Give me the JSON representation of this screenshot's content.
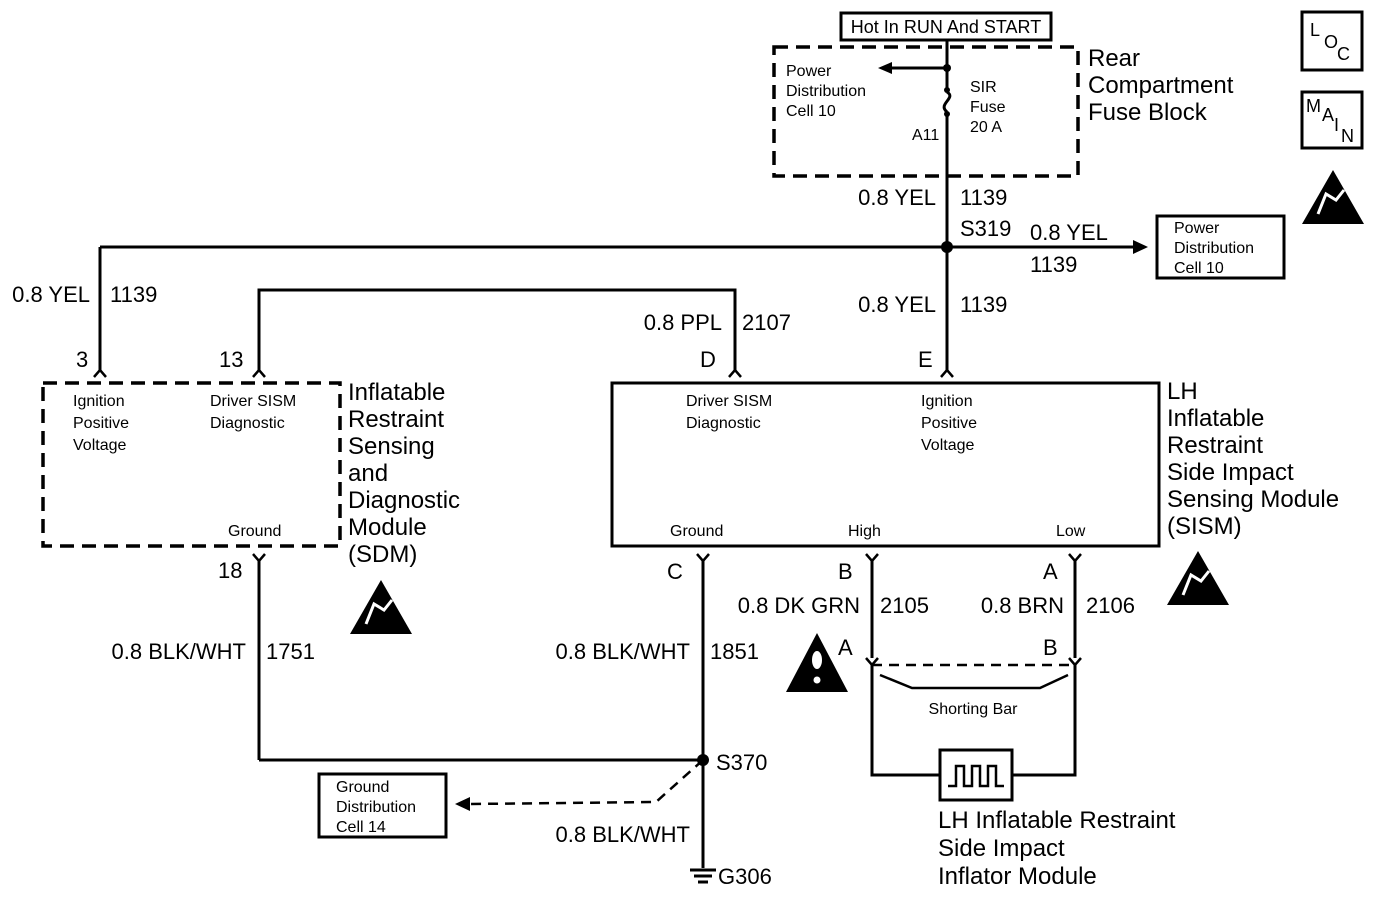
{
  "fuse_block": {
    "hot_label": "Hot In RUN And START",
    "name_lines": [
      "Rear",
      "Compartment",
      "Fuse Block"
    ],
    "pd_lines": [
      "Power",
      "Distribution",
      "Cell 10"
    ],
    "fuse_lines": [
      "SIR",
      "Fuse",
      "20 A"
    ],
    "terminal": "A11"
  },
  "icons": {
    "loc": [
      "L",
      "O",
      "C"
    ],
    "main": [
      "M",
      "A",
      "I",
      "N"
    ]
  },
  "wires": {
    "fuse_out": {
      "gauge_color": "0.8 YEL",
      "circuit": "1139"
    },
    "splice_s319": "S319",
    "to_pd": {
      "gauge_color": "0.8 YEL",
      "circuit": "1139"
    },
    "pd_box_lines": [
      "Power",
      "Distribution",
      "Cell 10"
    ],
    "left_feed": {
      "gauge_color": "0.8 YEL",
      "circuit": "1139"
    },
    "sism_feed": {
      "gauge_color": "0.8 YEL",
      "circuit": "1139"
    },
    "diag": {
      "gauge_color": "0.8 PPL",
      "circuit": "2107"
    },
    "sdm_ground": {
      "gauge_color": "0.8 BLK/WHT",
      "circuit": "1751"
    },
    "sism_ground": {
      "gauge_color": "0.8 BLK/WHT",
      "circuit": "1851"
    },
    "high": {
      "gauge_color": "0.8 DK GRN",
      "circuit": "2105"
    },
    "low": {
      "gauge_color": "0.8 BRN",
      "circuit": "2106"
    },
    "splice_s370": "S370",
    "ground_wire": "0.8 BLK/WHT",
    "ground_point": "G306",
    "gd_box_lines": [
      "Ground",
      "Distribution",
      "Cell 14"
    ]
  },
  "sdm": {
    "pin_ign": "3",
    "pin_diag": "13",
    "pin_gnd": "18",
    "ign_lines": [
      "Ignition",
      "Positive",
      "Voltage"
    ],
    "diag_lines": [
      "Driver SISM",
      "Diagnostic"
    ],
    "gnd_label": "Ground",
    "name_lines": [
      "Inflatable",
      "Restraint",
      "Sensing",
      "and",
      "Diagnostic",
      "Module",
      "(SDM)"
    ]
  },
  "sism": {
    "pin_d": "D",
    "pin_e": "E",
    "pin_c": "C",
    "pin_b": "B",
    "pin_a": "A",
    "diag_lines": [
      "Driver SISM",
      "Diagnostic"
    ],
    "ign_lines": [
      "Ignition",
      "Positive",
      "Voltage"
    ],
    "gnd_label": "Ground",
    "high_label": "High",
    "low_label": "Low",
    "name_lines": [
      "LH",
      "Inflatable",
      "Restraint",
      "Side Impact",
      "Sensing Module",
      "(SISM)"
    ]
  },
  "inflator": {
    "pin_a": "A",
    "pin_b": "B",
    "shorting_bar": "Shorting Bar",
    "name_lines": [
      "LH Inflatable Restraint",
      "Side Impact",
      "Inflator Module"
    ]
  }
}
